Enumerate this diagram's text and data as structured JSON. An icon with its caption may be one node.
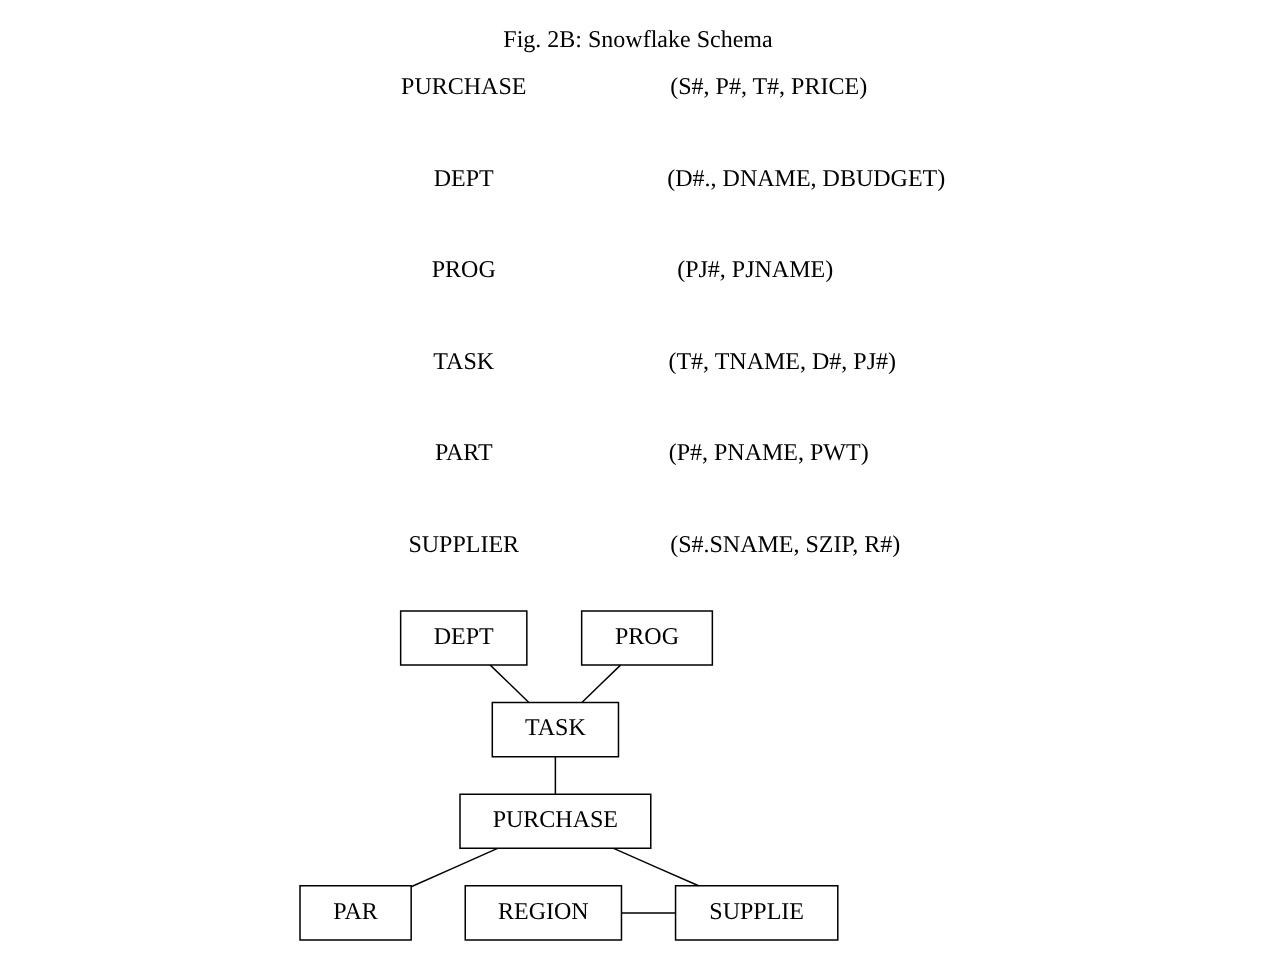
{
  "diagram": {
    "title": "Fig. 2B: Snowflake Schema",
    "nodes": [
      {
        "text": [
          "DEPT"
        ]
      },
      {
        "text": [
          "PROG"
        ]
      },
      {
        "text": [
          "TASK"
        ]
      },
      {
        "text": [
          "PURCHASE"
        ]
      },
      {
        "text": [
          "REGION"
        ]
      },
      {
        "text": [
          "SUPPLIE"
        ]
      },
      {
        "text": [
          "PAR"
        ]
      }
    ],
    "edges": [
      {
        "from": 0,
        "to": 2,
        "arrow": "none"
      },
      {
        "from": 1,
        "to": 2,
        "arrow": "none"
      },
      {
        "from": 2,
        "to": 3,
        "arrow": "none"
      },
      {
        "from": 3,
        "to": 5,
        "arrow": "none"
      },
      {
        "from": 3,
        "to": 6,
        "arrow": "none"
      },
      {
        "from": 4,
        "to": 5,
        "arrow": "none"
      }
    ],
    "labels": [
      "PURCHASE",
      "(S#, P#, T#, PRICE)",
      "DEPT",
      "(D#., DNAME, DBUDGET)",
      "PROG",
      "(PJ#, PJNAME)",
      "TASK",
      "(T#, TNAME, D#, PJ#)",
      "PART",
      "(P#, PNAME, PWT)",
      "SUPPLIER",
      "(S#.SNAME, SZIP, R#)"
    ]
  }
}
